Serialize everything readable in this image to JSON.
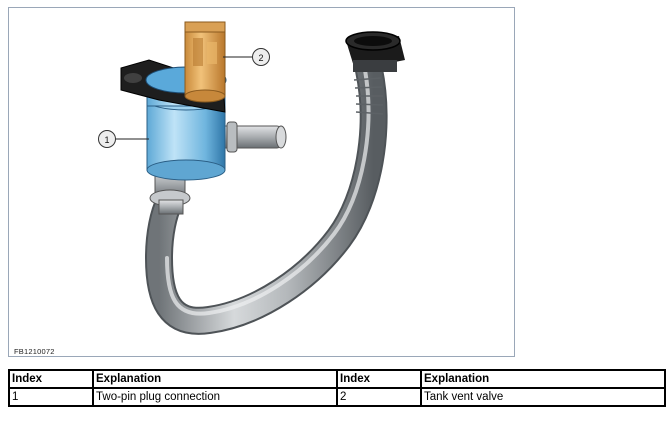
{
  "figure": {
    "figure_id": "FB1210072",
    "callouts": [
      "1",
      "2"
    ]
  },
  "table": {
    "headers": [
      "Index",
      "Explanation",
      "Index",
      "Explanation"
    ],
    "rows": [
      [
        "1",
        "Two-pin plug connection",
        "2",
        "Tank vent valve"
      ]
    ]
  }
}
